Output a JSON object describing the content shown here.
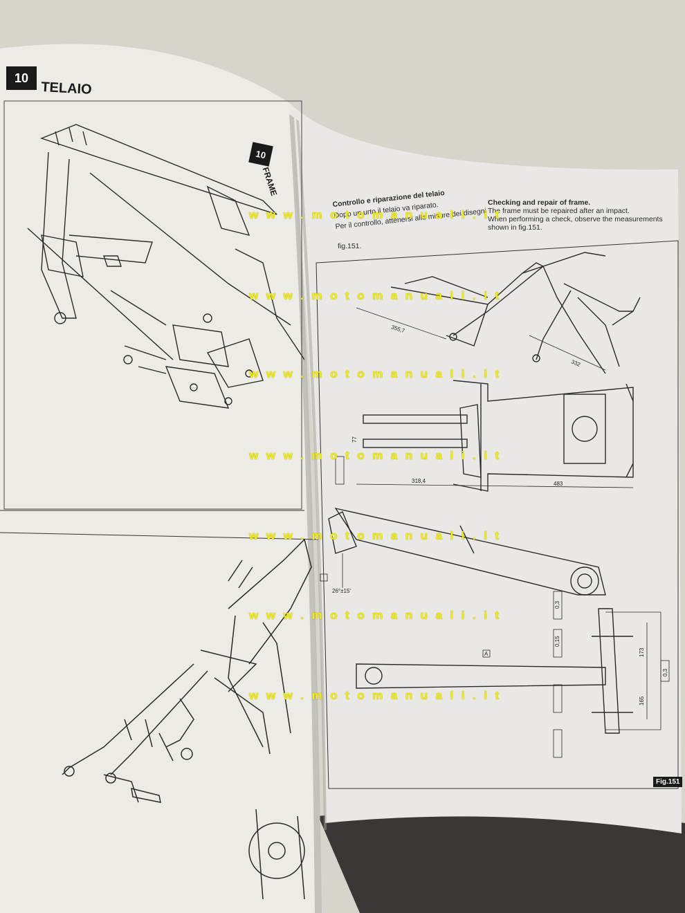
{
  "left_page": {
    "chapter_number": "10",
    "chapter_title": "TELAIO"
  },
  "right_page": {
    "chapter_number": "10",
    "chapter_title": "FRAME",
    "italian_heading": "Controllo e riparazione del telaio",
    "italian_text_1": "Dopo un urto il telaio va riparato.",
    "italian_text_2": "Per il controllo, attenersi alle misure dei disegni",
    "italian_text_3": "fig.151.",
    "english_heading": "Checking and repair of frame.",
    "english_text_1": "The frame must be repaired after an impact.",
    "english_text_2": "When performing a check, observe the measurements",
    "english_text_3": "shown in fig.151.",
    "figure_label": "Fig.151",
    "dimensions": {
      "d1": "355,7",
      "d2": "332",
      "d3": "77",
      "d4": "318,4",
      "d5": "483",
      "d6": "26°±15'",
      "d7": "173",
      "d8": "165",
      "tol1": "0,3",
      "tol2": "0,15",
      "tol3": "0,3",
      "datum": "A"
    }
  },
  "watermark": {
    "text": "w w w . m o t o m a n u a l i . i t"
  },
  "colors": {
    "paper": "#ecebe6",
    "ink": "#1a1a1a",
    "watermark": "#f2ee00"
  }
}
